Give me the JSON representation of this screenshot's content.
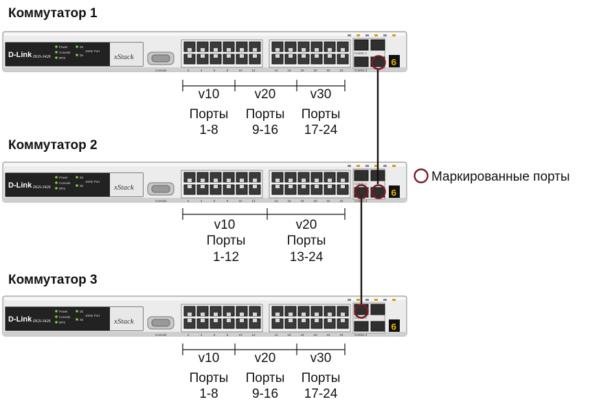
{
  "switches": [
    {
      "title": "Коммутатор 1",
      "vlans": [
        {
          "name": "v10",
          "ports_label": "Порты",
          "range": "1-8"
        },
        {
          "name": "v20",
          "ports_label": "Порты",
          "range": "9-16"
        },
        {
          "name": "v30",
          "ports_label": "Порты",
          "range": "17-24"
        }
      ]
    },
    {
      "title": "Коммутатор 2",
      "vlans": [
        {
          "name": "v10",
          "ports_label": "Порты",
          "range": "1-12"
        },
        {
          "name": "v20",
          "ports_label": "Порты",
          "range": "13-24"
        }
      ]
    },
    {
      "title": "Коммутатор 3",
      "vlans": [
        {
          "name": "v10",
          "ports_label": "Порты",
          "range": "1-8"
        },
        {
          "name": "v20",
          "ports_label": "Порты",
          "range": "9-16"
        },
        {
          "name": "v30",
          "ports_label": "Порты",
          "range": "17-24"
        }
      ]
    }
  ],
  "device": {
    "logo": "D-Link",
    "model": "DGS-3426",
    "brand": "xStack",
    "leds": [
      "Power",
      "Console",
      "RPS"
    ],
    "leds_right": [
      "25",
      "26"
    ],
    "gbe_label": "10GE Port",
    "console_label": "Console",
    "port_numbers": [
      "2",
      "4",
      "6",
      "8",
      "10",
      "12",
      "14",
      "16",
      "18",
      "20",
      "22",
      "24"
    ],
    "combo_labels": [
      "Combo 1",
      "Combo 2",
      "Combo 3",
      "Combo 4"
    ],
    "segment_display": "6"
  },
  "legend": {
    "label": "Маркированные порты"
  },
  "colors": {
    "tagged_port_ring": "#7a1a20",
    "link_line": "#111111",
    "chassis_body": "#ececec",
    "front_panel_dark": "#222222"
  }
}
